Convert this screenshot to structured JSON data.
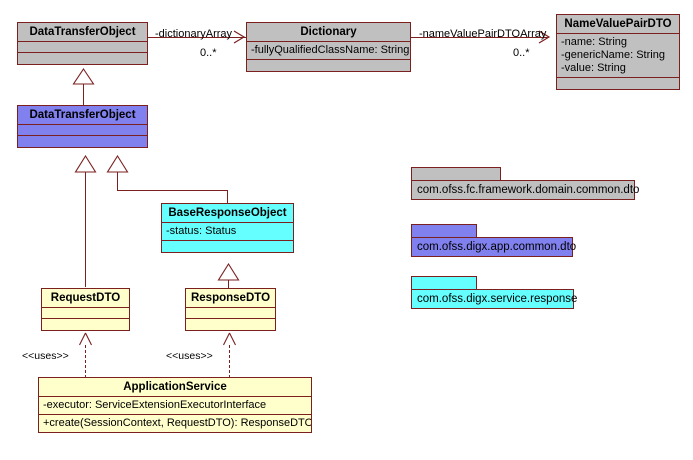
{
  "diagram": {
    "type": "uml-class-diagram",
    "background": "#ffffff",
    "line_color": "#7b1f1f"
  },
  "classes": {
    "dto_base": {
      "name": "DataTransferObject",
      "fill": "#c0c0c0",
      "attributes": [],
      "operations": []
    },
    "dictionary": {
      "name": "Dictionary",
      "fill": "#c0c0c0",
      "attributes": [
        "-fullyQualifiedClassName: String"
      ],
      "operations": []
    },
    "namevaluepairdto": {
      "name": "NameValuePairDTO",
      "fill": "#c0c0c0",
      "attributes": [
        "-name: String",
        "-genericName: String",
        "-value: String"
      ],
      "operations": []
    },
    "dto_app": {
      "name": "DataTransferObject",
      "fill": "#8080ee",
      "attributes": [],
      "operations": []
    },
    "baseresponseobject": {
      "name": "BaseResponseObject",
      "fill": "#66ffff",
      "attributes": [
        "-status: Status"
      ],
      "operations": []
    },
    "requestdto": {
      "name": "RequestDTO",
      "fill": "#ffffcc",
      "attributes": [],
      "operations": []
    },
    "responsedto": {
      "name": "ResponseDTO",
      "fill": "#ffffcc",
      "attributes": [],
      "operations": []
    },
    "applicationservice": {
      "name": "ApplicationService",
      "fill": "#ffffcc",
      "attributes": [
        "-executor: ServiceExtensionExecutorInterface"
      ],
      "operations": [
        "+create(SessionContext, RequestDTO): ResponseDTO"
      ]
    }
  },
  "associations": [
    {
      "id": "dto-dictionary",
      "source": "DataTransferObject",
      "target": "Dictionary",
      "role": "-dictionaryArray",
      "multiplicity": "0..*"
    },
    {
      "id": "dictionary-nvp",
      "source": "Dictionary",
      "target": "NameValuePairDTO",
      "role": "-nameValuePairDTOArray",
      "multiplicity": "0..*"
    }
  ],
  "dependencies": [
    {
      "id": "requestdto-appservice",
      "source": "ApplicationService",
      "target": "RequestDTO",
      "stereotype": "<<uses>>"
    },
    {
      "id": "responsedto-appservice",
      "source": "ApplicationService",
      "target": "ResponseDTO",
      "stereotype": "<<uses>>"
    }
  ],
  "legend": {
    "packages": [
      {
        "id": "pkg-framework",
        "label": "com.ofss.fc.framework.domain.common.dto",
        "fill": "#c0c0c0"
      },
      {
        "id": "pkg-app-common",
        "label": "com.ofss.digx.app.common.dto",
        "fill": "#8080ee"
      },
      {
        "id": "pkg-service-response",
        "label": "com.ofss.digx.service.response",
        "fill": "#66ffff"
      }
    ]
  }
}
